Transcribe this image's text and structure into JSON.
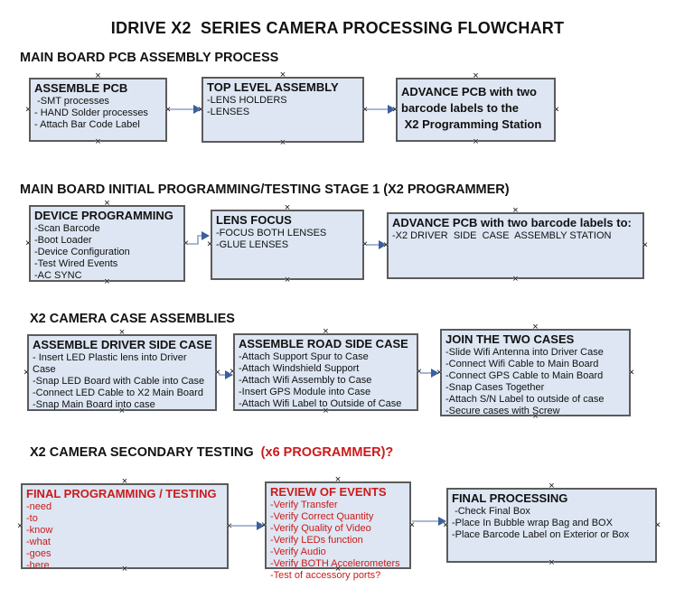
{
  "title": "IDRIVE X2  SERIES CAMERA PROCESSING FLOWCHART",
  "colors": {
    "box_fill": "#dde6f2",
    "box_border": "#5b5b5b",
    "arrow_line": "#8ba3c7",
    "arrow_head": "#3a5f9e",
    "red_text": "#cc1a1a",
    "black_text": "#121212"
  },
  "sections": [
    {
      "heading": "MAIN BOARD PCB ASSEMBLY PROCESS",
      "boxes": [
        {
          "title": "ASSEMBLE PCB",
          "items": [
            " -SMT processes",
            "- HAND Solder processes",
            "- Attach Bar Code Label"
          ]
        },
        {
          "title": "TOP LEVEL ASSEMBLY",
          "items": [
            "-LENS HOLDERS",
            "-LENSES"
          ]
        },
        {
          "title": "ADVANCE PCB with two\nbarcode labels to the\n X2 Programming Station",
          "items": []
        }
      ]
    },
    {
      "heading": "MAIN BOARD INITIAL PROGRAMMING/TESTING STAGE 1 (X2 PROGRAMMER)",
      "boxes": [
        {
          "title": "DEVICE PROGRAMMING",
          "items": [
            "-Scan Barcode",
            "-Boot Loader",
            "-Device Configuration",
            "-Test Wired Events",
            "-AC SYNC"
          ]
        },
        {
          "title": "LENS FOCUS",
          "items": [
            "-FOCUS BOTH LENSES",
            "-GLUE LENSES"
          ]
        },
        {
          "title": "ADVANCE PCB with two barcode labels to:",
          "items": [
            "-X2 DRIVER  SIDE  CASE  ASSEMBLY STATION"
          ]
        }
      ]
    },
    {
      "heading": "X2 CAMERA CASE ASSEMBLIES",
      "boxes": [
        {
          "title": "ASSEMBLE DRIVER SIDE CASE",
          "items": [
            "- Insert LED Plastic lens into Driver Case",
            "-Snap LED Board with Cable into Case",
            "-Connect LED Cable to X2 Main Board",
            "-Snap Main Board into case"
          ]
        },
        {
          "title": "ASSEMBLE ROAD SIDE CASE",
          "items": [
            "-Attach Support Spur to Case",
            "-Attach Windshield Support",
            "-Attach Wifi Assembly to Case",
            "-Insert GPS Module into Case",
            "-Attach Wifi Label to Outside of Case"
          ]
        },
        {
          "title": "JOIN THE TWO CASES",
          "items": [
            "-Slide Wifi Antenna into Driver Case",
            "-Connect Wifi Cable to Main Board",
            "-Connect GPS Cable to Main Board",
            "-Snap Cases Together",
            "-Attach S/N Label to outside of case",
            "-Secure cases with Screw"
          ]
        }
      ]
    },
    {
      "heading": "X2 CAMERA SECONDARY TESTING  ",
      "heading_red": "(x6 PROGRAMMER)?",
      "boxes": [
        {
          "title": "FINAL PROGRAMMING / TESTING",
          "items": [
            "-need",
            "-to",
            "-know",
            "-what",
            "-goes",
            "-here"
          ]
        },
        {
          "title": "REVIEW OF EVENTS",
          "items": [
            "-Verify Transfer",
            "-Verify Correct Quantity",
            "-Verify Quality of Video",
            "-Verify LEDs function",
            "-Verify Audio",
            "-Verify BOTH Accelerometers",
            "-Test of accessory ports?"
          ]
        },
        {
          "title": "FINAL PROCESSING",
          "items": [
            " -Check Final Box",
            "-Place In Bubble wrap Bag and BOX",
            "-Place Barcode Label on Exterior or Box"
          ]
        }
      ]
    }
  ]
}
